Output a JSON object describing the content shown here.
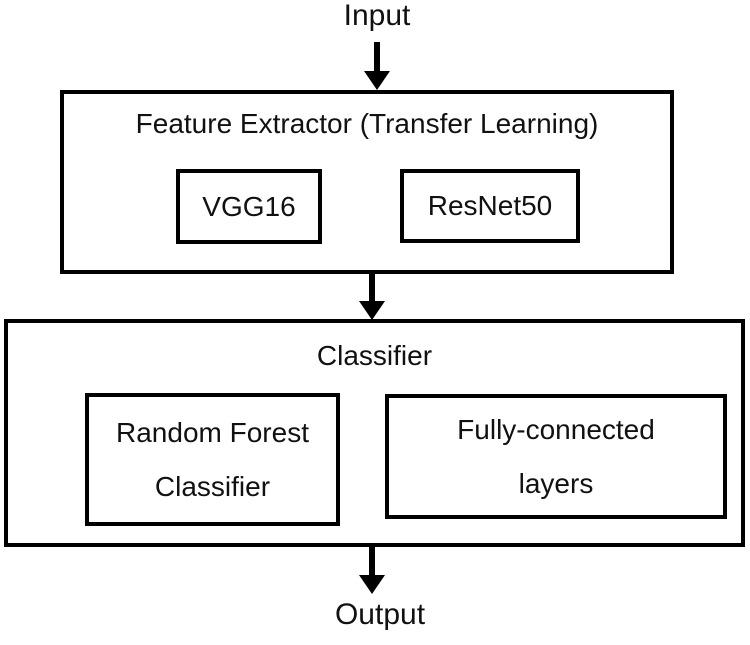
{
  "colors": {
    "border": "#000000",
    "text": "#111111",
    "background": "#ffffff",
    "arrow": "#000000"
  },
  "icons": {
    "down_arrow": "▼"
  },
  "nodes": {
    "input_label": "Input",
    "output_label": "Output",
    "feature_extractor": {
      "title": "Feature Extractor (Transfer Learning)",
      "children": [
        {
          "label": "VGG16"
        },
        {
          "label": "ResNet50"
        }
      ]
    },
    "classifier": {
      "title": "Classifier",
      "children": [
        {
          "lines": [
            "Random Forest",
            "Classifier"
          ]
        },
        {
          "lines": [
            "Fully-connected",
            "layers"
          ]
        }
      ]
    }
  }
}
